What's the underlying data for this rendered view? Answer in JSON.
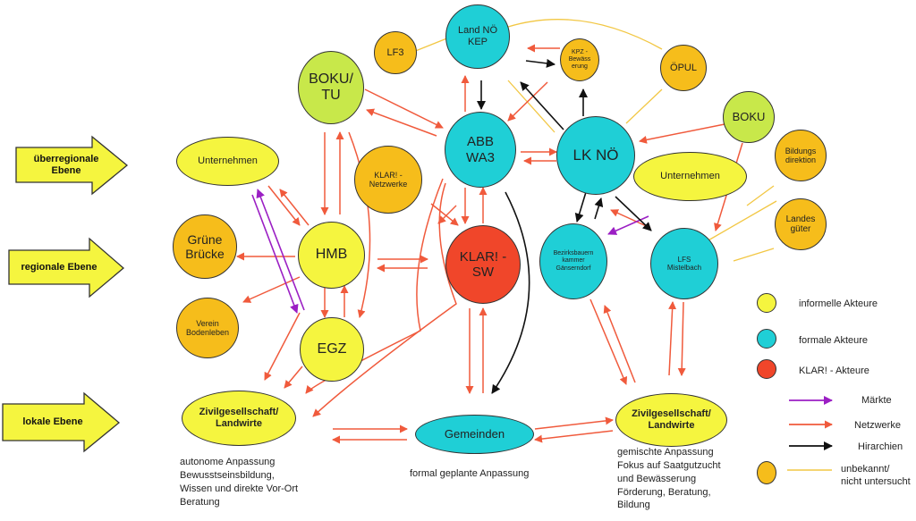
{
  "levels": {
    "supraregional": "überregionale\nEbene",
    "regional": "regionale Ebene",
    "local": "lokale Ebene"
  },
  "nodes": {
    "lf3": "LF3",
    "land_noe": "Land NÖ\nKEP",
    "kpz": "KPZ -\nBewäss\nerung",
    "oepul": "ÖPUL",
    "boku_tu": "BOKU/\nTU",
    "boku": "BOKU",
    "unternehmen_left": "Unternehmen",
    "klar_netzwerke": "KLAR! -\nNetzwerke",
    "abb_wa3": "ABB\nWA3",
    "lk_noe": "LK NÖ",
    "bildungsdirektion": "Bildungs\ndirektion",
    "unternehmen_right": "Unternehmen",
    "gruene_bruecke": "Grüne\nBrücke",
    "hmb": "HMB",
    "klar_sw": "KLAR! -\nSW",
    "bbk": "Bezirksbauern\nkammer\nGänserndorf",
    "lfs": "LFS\nMistelbach",
    "landesgueter": "Landes\ngüter",
    "verein": "Verein\nBodenleben",
    "egz": "EGZ",
    "zivil_left": "Zivilgesellschaft/\nLandwirte",
    "gemeinden": "Gemeinden",
    "zivil_right": "Zivilgesellschaft/\nLandwirte"
  },
  "captions": {
    "left": "autonome Anpassung\nBewusstseinsbildung,\nWissen und direkte Vor-Ort\nBeratung",
    "middle": "formal geplante Anpassung",
    "right": "gemischte Anpassung\nFokus auf Saatgutzucht\nund Bewässerung\nFörderung, Beratung,\nBildung"
  },
  "legend": {
    "informal": "informelle Akteure",
    "formal": "formale Akteure",
    "klar": "KLAR! - Akteure",
    "maerkte": "Märkte",
    "netzwerke": "Netzwerke",
    "hierarchien": "Hirarchien",
    "unknown": "unbekannt/\nnicht untersucht"
  },
  "colors": {
    "informal": "#f5f53f",
    "green": "#c8e84a",
    "unknown": "#f6bd1b",
    "formal": "#1fcfd6",
    "klar": "#f0462a",
    "markets": "#9b1fc4",
    "networks": "#f05a3c",
    "hierarchies": "#111111",
    "unknown_line": "#f2c744"
  }
}
